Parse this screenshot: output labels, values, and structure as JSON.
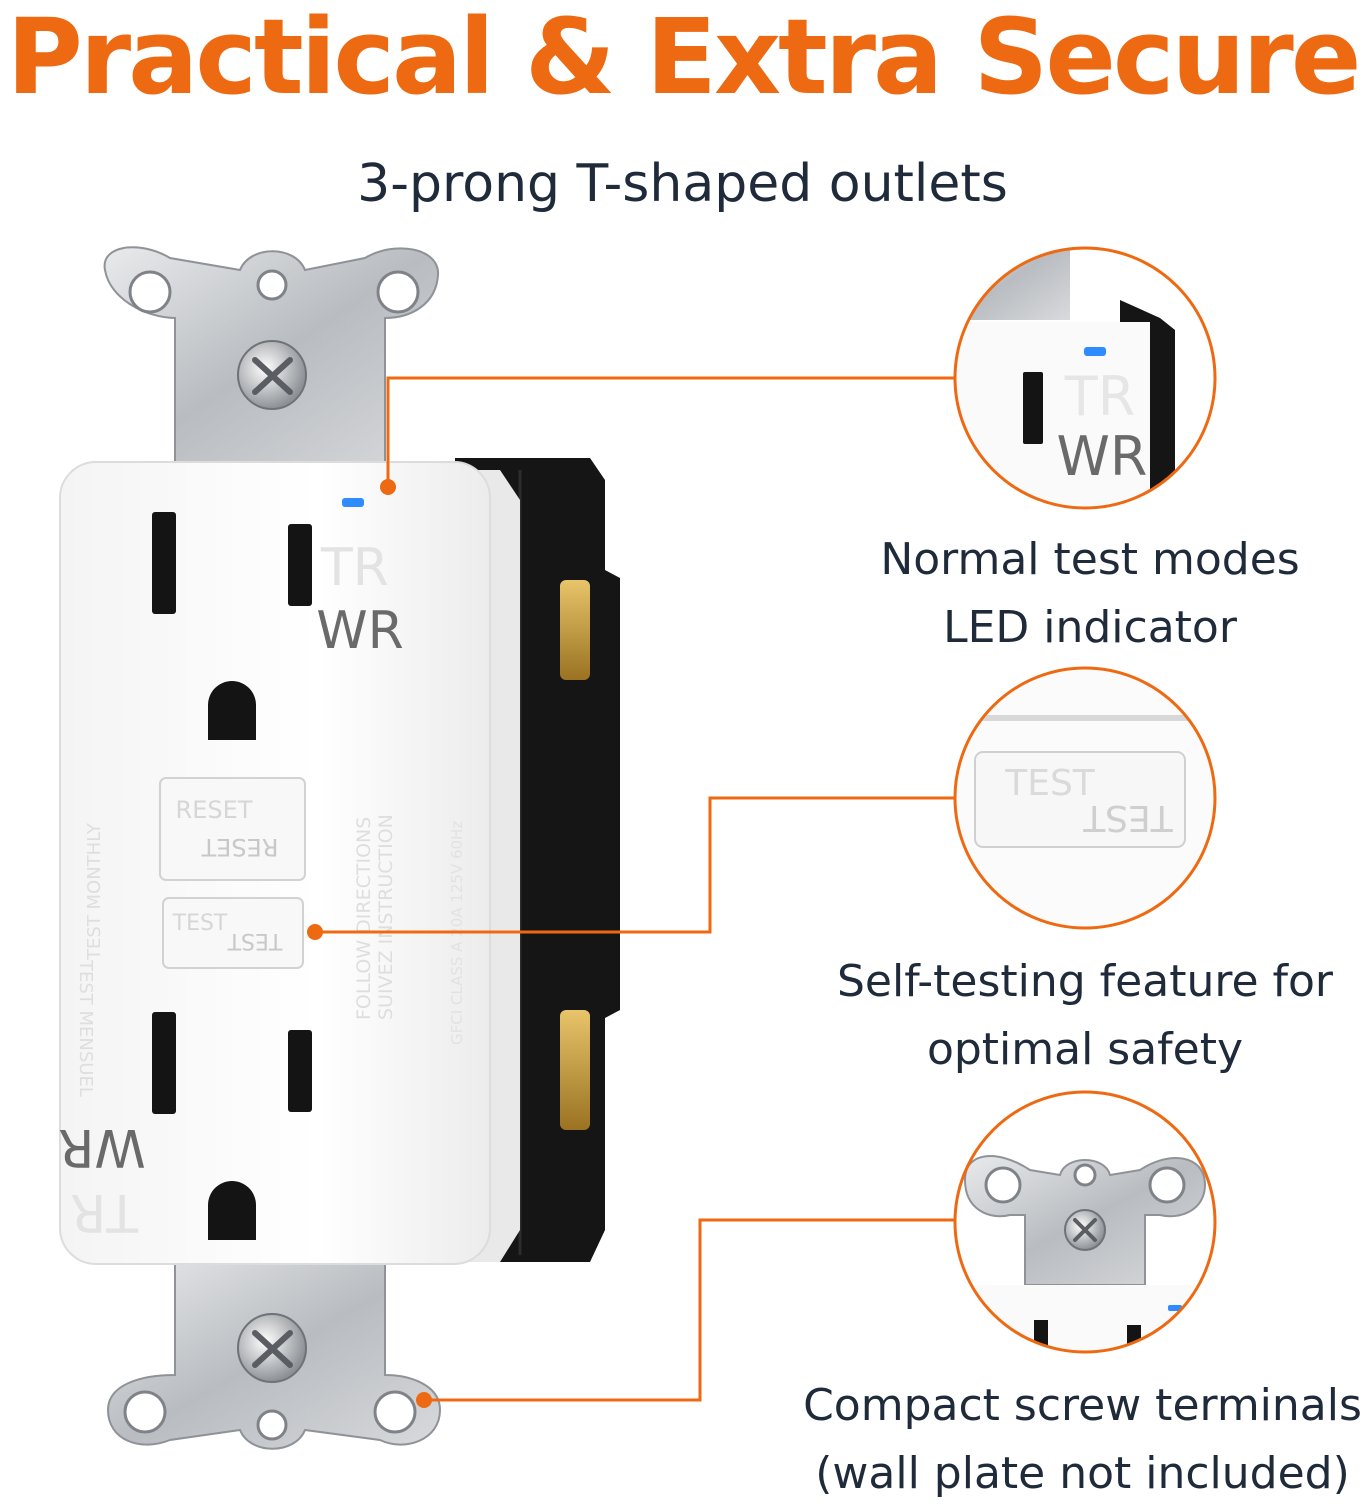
{
  "headline": "Practical & Extra Secure",
  "subheadline": "3-prong T-shaped outlets",
  "features": [
    {
      "icon": "led-indicator-closeup",
      "line1": "Normal test modes",
      "line2": "LED indicator"
    },
    {
      "icon": "test-button-closeup",
      "line1": "Self-testing feature for",
      "line2": "optimal safety"
    },
    {
      "icon": "screw-terminal-closeup",
      "line1": "Compact screw terminals",
      "line2": "(wall plate not included)"
    }
  ],
  "outlet_markings": {
    "tamper_resistant": "TR",
    "weather_resistant": "WR",
    "reset": "RESET",
    "test": "TEST",
    "instructions": "FOLLOW DIRECTIONS",
    "instructions_fr": "SUIVEZ INSTRUCTION",
    "monthly": "TEST MONTHLY",
    "monthly_fr": "TEST MENSUEL",
    "rating": "GFCI CLASS A 20A 125V 60Hz"
  },
  "colors": {
    "accent": "#ee6a12",
    "text": "#1f2b3a",
    "led": "#2f8cff",
    "outlet_body": "#ffffff",
    "housing": "#151515",
    "metal": "#c9ccd0"
  }
}
